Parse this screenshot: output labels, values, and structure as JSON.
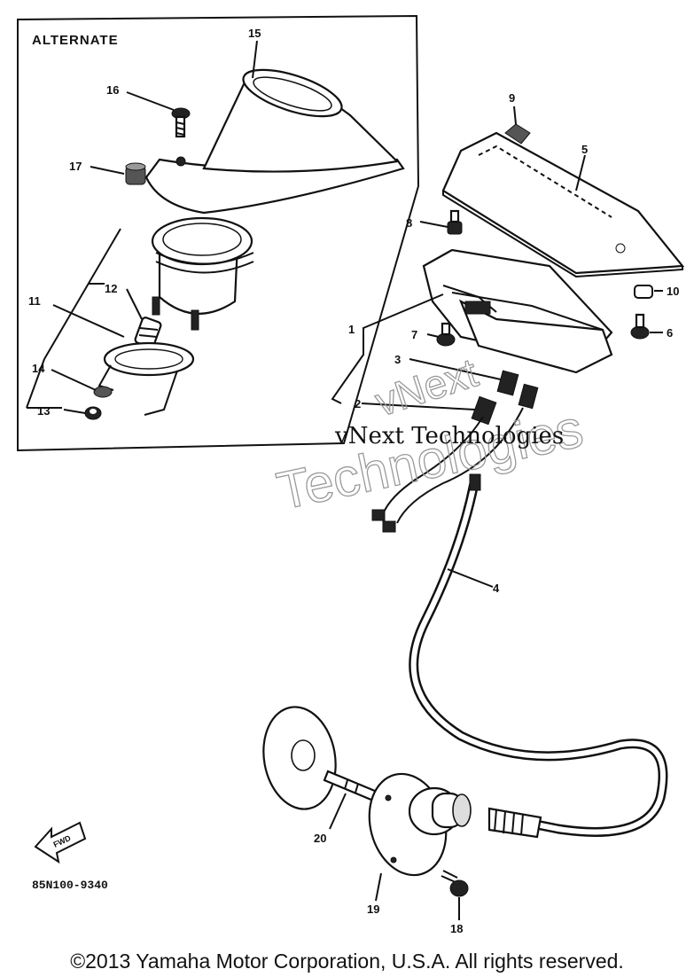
{
  "diagram": {
    "inset_title": "ALTERNATE",
    "part_code": "85N100-9340",
    "fwd_label": "FWD",
    "callouts": {
      "c1": "1",
      "c2": "2",
      "c3": "3",
      "c4": "4",
      "c5": "5",
      "c6": "6",
      "c7": "7",
      "c8": "8",
      "c9": "9",
      "c10": "10",
      "c11": "11",
      "c12": "12",
      "c13": "13",
      "c14": "14",
      "c15": "15",
      "c16": "16",
      "c17": "17",
      "c18": "18",
      "c19": "19",
      "c20": "20"
    }
  },
  "watermark": {
    "line1": "vNext Technologies",
    "outline_a": "vNext",
    "outline_b": "Technologies"
  },
  "footer": {
    "copyright": "©2013 Yamaha Motor Corporation, U.S.A. All rights reserved."
  }
}
